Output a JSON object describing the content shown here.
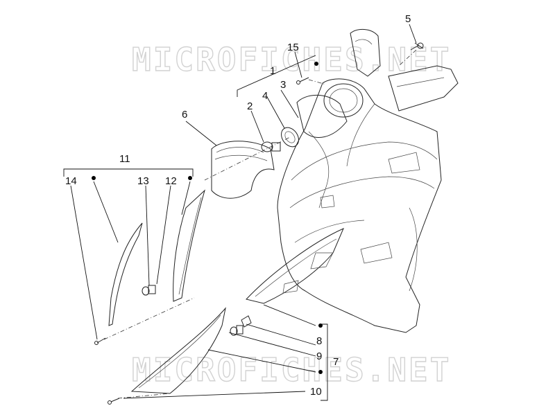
{
  "watermark": "MICROFICHES.NET",
  "labels": {
    "p1": "1",
    "p2": "2",
    "p3": "3",
    "p4": "4",
    "p5": "5",
    "p6": "6",
    "p7": "7",
    "p8": "8",
    "p9": "9",
    "p10": "10",
    "p11": "11",
    "p12": "12",
    "p13": "13",
    "p14": "14",
    "p15": "15"
  }
}
